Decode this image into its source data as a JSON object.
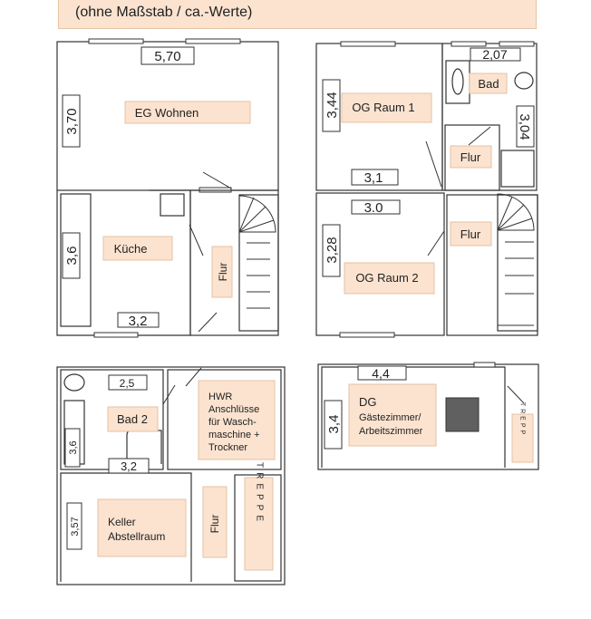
{
  "header": {
    "note": "(ohne Maßstab / ca.-Werte)"
  },
  "floors": {
    "eg": {
      "wohnen": {
        "label": "EG Wohnen",
        "width": "5,70",
        "depth": "3,70"
      },
      "kueche": {
        "label": "Küche",
        "width": "3,2",
        "depth": "3,6"
      },
      "flur": {
        "label": "Flur"
      }
    },
    "og": {
      "raum1": {
        "label": "OG Raum 1",
        "width": "3,1",
        "depth": "3,44"
      },
      "bad": {
        "label": "Bad",
        "width": "2,07",
        "depth": "3,04"
      },
      "flur_upper": {
        "label": "Flur"
      },
      "raum2": {
        "label": "OG Raum 2",
        "width": "3.0",
        "depth": "3,28"
      },
      "flur_lower": {
        "label": "Flur"
      }
    },
    "keller": {
      "bad2": {
        "label": "Bad 2",
        "width": "2,5",
        "depth": "3,6"
      },
      "hwr": {
        "line1": "HWR",
        "line2": "Anschlüsse",
        "line3": "für Wasch-",
        "line4": "maschine +",
        "line5": "Trockner"
      },
      "keller": {
        "line1": "Keller",
        "line2": "Abstellraum",
        "width": "3,2",
        "depth": "3,57"
      },
      "flur": {
        "label": "Flur"
      },
      "treppe": {
        "label": "TREPPE"
      }
    },
    "dg": {
      "zimmer": {
        "line1": "DG",
        "line2": "Gästezimmer/",
        "line3": "Arbeitszimmer",
        "width": "4,4",
        "depth": "3,4"
      },
      "treppe": {
        "label": "TREPP"
      }
    }
  },
  "colors": {
    "label_fill": "#fbe3d0",
    "label_stroke": "#e4c0a3",
    "wall": "#333333",
    "dark_box": "#606060"
  }
}
